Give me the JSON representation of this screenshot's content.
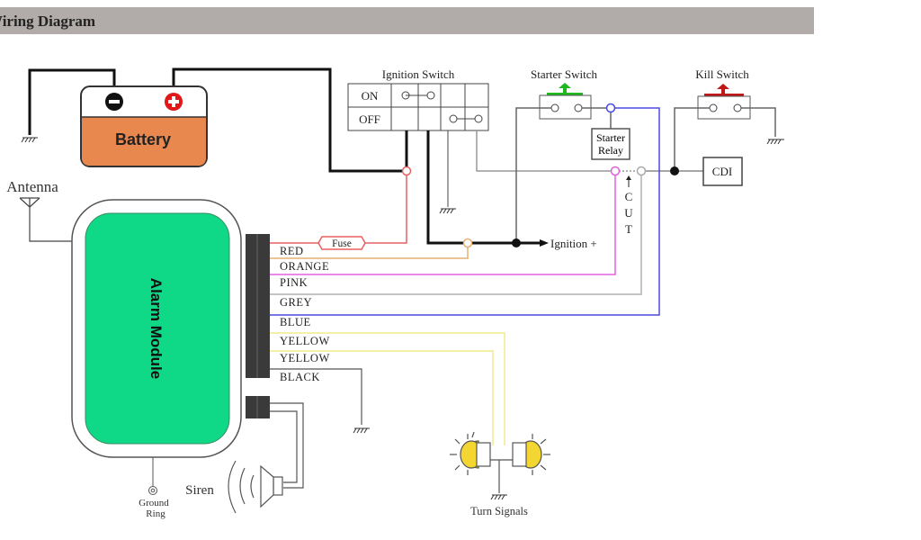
{
  "header": {
    "title": "Wiring Diagram",
    "bar_color": "#b1aba9"
  },
  "battery": {
    "label": "Battery",
    "color": "#e8874e",
    "neg_symbol": "−",
    "pos_symbol": "+"
  },
  "antenna": {
    "label": "Antenna"
  },
  "module": {
    "label": "Alarm Module",
    "color": "#0fd887"
  },
  "ignition_switch": {
    "label": "Ignition Switch",
    "rows": [
      "ON",
      "OFF"
    ]
  },
  "starter_switch": {
    "label": "Starter Switch",
    "button_color": "#1fb81f"
  },
  "starter_relay": {
    "line1": "Starter",
    "line2": "Relay"
  },
  "kill_switch": {
    "label": "Kill Switch",
    "button_color": "#c01818"
  },
  "cdi": {
    "label": "CDI"
  },
  "cut": {
    "letters": [
      "C",
      "U",
      "T"
    ]
  },
  "ignition_plus": {
    "label": "Ignition +"
  },
  "fuse": {
    "label": "Fuse"
  },
  "wires": [
    {
      "label": "RED",
      "color": "#e86060"
    },
    {
      "label": "ORANGE",
      "color": "#e8b070"
    },
    {
      "label": "PINK",
      "color": "#e060e0"
    },
    {
      "label": "GREY",
      "color": "#b0b0b0"
    },
    {
      "label": "BLUE",
      "color": "#4a4ae0"
    },
    {
      "label": "YELLOW",
      "color": "#f0ec90"
    },
    {
      "label": "YELLOW",
      "color": "#f0ec90"
    },
    {
      "label": "BLACK",
      "color": "#555555"
    }
  ],
  "siren": {
    "label": "Siren"
  },
  "ground_ring": {
    "line1": "Ground",
    "line2": "Ring"
  },
  "turn_signals": {
    "label": "Turn Signals",
    "color": "#f3d632"
  }
}
